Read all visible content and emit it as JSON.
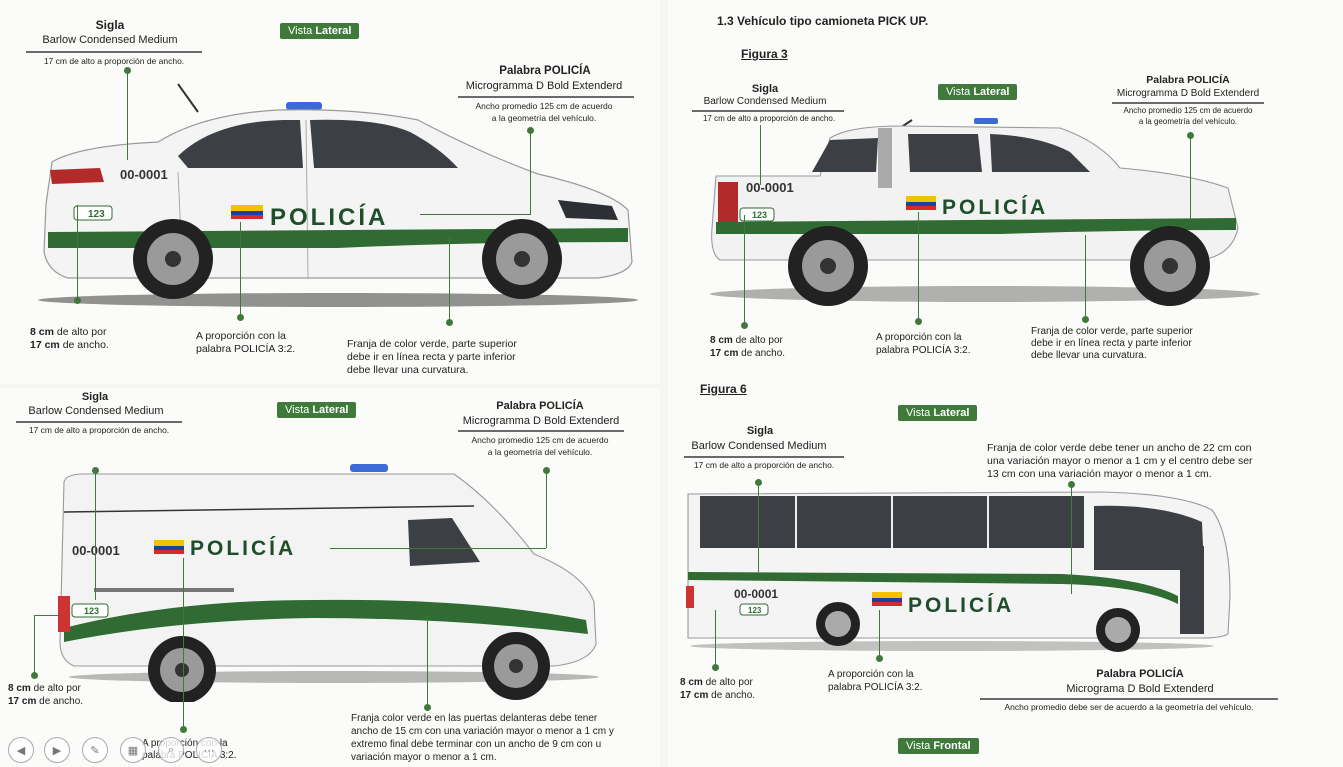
{
  "sections": {
    "tl": {
      "sigla_title": "Sigla",
      "sigla_font": "Barlow Condensed Medium",
      "sigla_desc": "17 cm de alto a proporción de ancho.",
      "vista": "Vista",
      "vista_b": "Lateral",
      "palabra_title": "Palabra POLICÍA",
      "palabra_font": "Microgramma D Bold Extenderd",
      "palabra_desc1": "Ancho promedio 125 cm de acuerdo",
      "palabra_desc2": "a la geometría del vehículo.",
      "size_b1": "8 cm",
      "size_t1": " de alto por",
      "size_b2": "17 cm",
      "size_t2": " de ancho.",
      "prop1": "A proporción con la",
      "prop2": "palabra POLICÍA 3:2.",
      "franja1": "Franja de color verde, parte superior",
      "franja2": "debe ir en línea recta y parte inferior",
      "franja3": "debe llevar una curvatura."
    },
    "tr": {
      "heading": "1.3  Vehículo tipo camioneta PICK UP.",
      "figure": "Figura 3",
      "sigla_title": "Sigla",
      "sigla_font": "Barlow Condensed Medium",
      "sigla_desc": "17 cm de alto a proporción de ancho.",
      "vista": "Vista",
      "vista_b": "Lateral",
      "palabra_title": "Palabra POLICÍA",
      "palabra_font": "Microgramma D Bold Extenderd",
      "palabra_desc1": "Ancho promedio 125 cm de acuerdo",
      "palabra_desc2": "a la geometría del vehículo.",
      "size_b1": "8 cm",
      "size_t1": " de alto por",
      "size_b2": "17 cm",
      "size_t2": " de ancho.",
      "prop1": "A proporción con la",
      "prop2": "palabra POLICÍA 3:2.",
      "franja1": "Franja de color verde, parte superior",
      "franja2": "debe ir en línea recta y parte inferior",
      "franja3": "debe llevar una curvatura."
    },
    "bl": {
      "sigla_title": "Sigla",
      "sigla_font": "Barlow Condensed Medium",
      "sigla_desc": "17 cm de alto a proporción de ancho.",
      "vista": "Vista",
      "vista_b": "Lateral",
      "palabra_title": "Palabra POLICÍA",
      "palabra_font": "Microgramma D Bold Extenderd",
      "palabra_desc1": "Ancho promedio 125 cm de acuerdo",
      "palabra_desc2": "a la geometría del vehículo.",
      "size_b1": "8 cm",
      "size_t1": " de alto por",
      "size_b2": "17 cm",
      "size_t2": " de ancho.",
      "prop1": "A proporción con la",
      "prop2": "palabra POLICÍA 3:2.",
      "franja1": "Franja color verde en las puertas delanteras debe tener",
      "franja2": "ancho de 15 cm con una variación mayor o menor a 1 cm y",
      "franja3": "extremo final debe terminar con un ancho de 9 cm con u",
      "franja4": "variación mayor o menor a 1 cm."
    },
    "br": {
      "figure": "Figura 6",
      "sigla_title": "Sigla",
      "sigla_font": "Barlow Condensed Medium",
      "sigla_desc": "17 cm de alto a proporción de ancho.",
      "vista": "Vista",
      "vista_b": "Lateral",
      "franja1": "Franja de color verde debe tener un ancho de 22 cm con",
      "franja2": "una variación mayor o menor a 1 cm y el centro debe ser",
      "franja3": "13 cm con una variación mayor o menor a 1 cm.",
      "size_b1": "8 cm",
      "size_t1": " de alto por",
      "size_b2": "17 cm",
      "size_t2": " de ancho.",
      "prop1": "A proporción con la",
      "prop2": "palabra POLICÍA 3:2.",
      "palabra_title": "Palabra POLICÍA",
      "palabra_font": "Micrograma D Bold Extenderd",
      "palabra_desc": "Ancho promedio debe ser de acuerdo a la geometría del vehículo.",
      "vista_front": "Vista",
      "vista_front_b": "Frontal"
    }
  },
  "vehicle": {
    "code": "00-0001",
    "brand": "POLICÍA",
    "phone": "123"
  },
  "colors": {
    "green": "#3f7a3a",
    "flag_yellow": "#f2c200",
    "flag_blue": "#1f3f9a",
    "flag_red": "#d22b2b"
  }
}
